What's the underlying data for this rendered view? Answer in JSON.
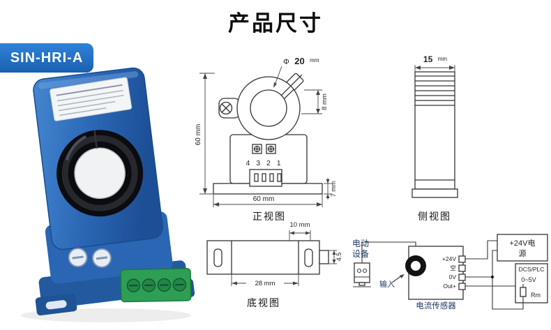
{
  "page": {
    "title": "产品尺寸"
  },
  "badge": {
    "label": "SIN-HRI-A"
  },
  "front_view": {
    "caption": "正视图",
    "diameter_symbol": "Φ",
    "diameter_value": "20",
    "diameter_unit": "mm",
    "height_dim": "60 mm",
    "gap_dim": "8 mm",
    "base_dim": "7 mm",
    "width_dim": "60 mm",
    "terminal_numbers": "4 3 2 1"
  },
  "side_view": {
    "caption": "侧视图",
    "width_value": "15",
    "width_unit": "mm"
  },
  "bottom_view": {
    "caption": "底视图",
    "tab_dim": "10 mm",
    "height_dim": "4.5",
    "inner_dim": "28 mm"
  },
  "wiring": {
    "device_label_line1": "电动",
    "device_label_line2": "设备",
    "input_label": "输入",
    "sensor_caption": "电流传感器",
    "terminals": [
      "+24V",
      "空",
      "0V",
      "Out+"
    ],
    "power_label_line1": "+24V电",
    "power_label_line2": "源",
    "dcs_label": "DCS/PLC",
    "output_range": "0~5V",
    "load_label": "Rm"
  }
}
